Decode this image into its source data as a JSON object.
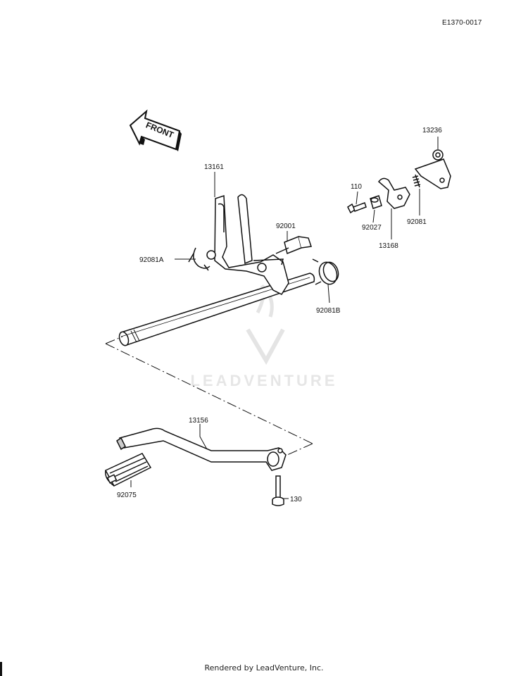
{
  "diagram": {
    "code": "E1370-0017",
    "front_label": "FRONT",
    "watermark_text": "LEADVENTURE",
    "parts": [
      {
        "id": "13236",
        "label": "13236"
      },
      {
        "id": "13161",
        "label": "13161"
      },
      {
        "id": "110",
        "label": "110"
      },
      {
        "id": "92001",
        "label": "92001"
      },
      {
        "id": "92027",
        "label": "92027"
      },
      {
        "id": "92081",
        "label": "92081"
      },
      {
        "id": "13168",
        "label": "13168"
      },
      {
        "id": "92081A",
        "label": "92081A"
      },
      {
        "id": "92081B",
        "label": "92081B"
      },
      {
        "id": "13156",
        "label": "13156"
      },
      {
        "id": "92075",
        "label": "92075"
      },
      {
        "id": "130",
        "label": "130"
      }
    ]
  },
  "footer": {
    "text": "Rendered by LeadVenture, Inc."
  },
  "colors": {
    "line": "#111111",
    "watermark": "#e6e6e6"
  }
}
